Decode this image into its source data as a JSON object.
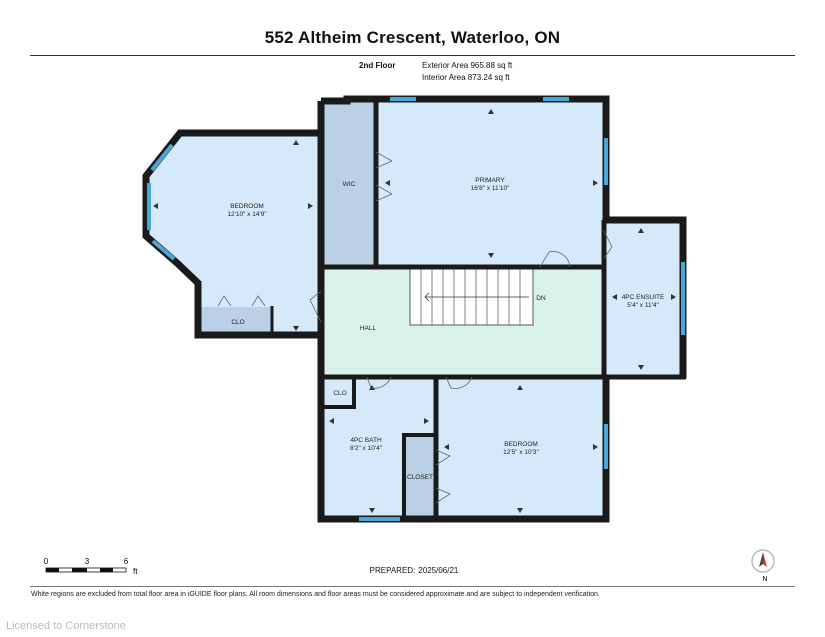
{
  "header": {
    "title": "552 Altheim Crescent, Waterloo, ON",
    "floor": "2nd Floor",
    "exterior_area": "Exterior Area 965.88 sq ft",
    "interior_area": "Interior Area 873.24 sq ft"
  },
  "rooms": {
    "bedroom_left": {
      "name": "BEDROOM",
      "dims": "12'10\" x 14'9\""
    },
    "clo_left": {
      "name": "CLO"
    },
    "wic": {
      "name": "WIC"
    },
    "primary": {
      "name": "PRIMARY",
      "dims": "16'8\" x 11'10\""
    },
    "hall": {
      "name": "HALL"
    },
    "stairs": {
      "label": "DN"
    },
    "ensuite": {
      "name": "4PC ENSUITE",
      "dims": "5'4\" x 11'4\""
    },
    "clo_small": {
      "name": "CLO"
    },
    "bath": {
      "name": "4PC BATH",
      "dims": "8'2\" x 10'4\""
    },
    "closet": {
      "name": "CLOSET"
    },
    "bedroom_bottom": {
      "name": "BEDROOM",
      "dims": "12'5\" x 10'3\""
    }
  },
  "scale": {
    "ticks": [
      "0",
      "3",
      "6"
    ],
    "unit": "ft"
  },
  "prepared": {
    "label": "PREPARED:",
    "date": "2025/06/21"
  },
  "compass": {
    "label": "N"
  },
  "footer": {
    "disclaimer": "White regions are excluded from total floor area in iGUIDE floor plans. All room dimensions and floor areas must be considered approximate and are subject to independent verification.",
    "watermark": "Licensed to Cornerstone"
  },
  "colors": {
    "room_fill": "#d6e9fa",
    "hall_fill": "#d9f3ec",
    "closet_fill": "#b9d0e6",
    "wall": "#1a1a1a",
    "window": "#4aa6d8"
  }
}
